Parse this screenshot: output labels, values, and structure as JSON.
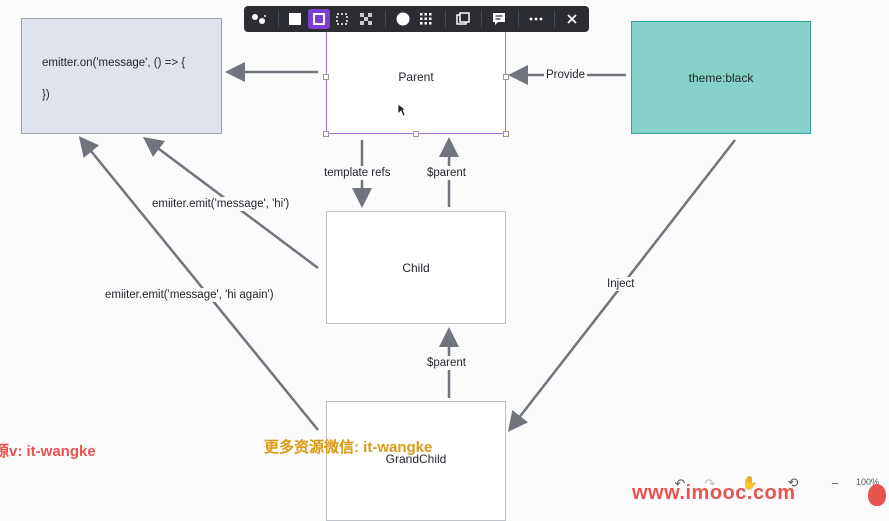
{
  "nodes": {
    "emitter": {
      "line1": "emitter.on('message', () => {",
      "line2": "})"
    },
    "parent": {
      "label": "Parent"
    },
    "theme": {
      "label": "theme:black"
    },
    "child": {
      "label": "Child"
    },
    "grandchild": {
      "label": "GrandChild"
    }
  },
  "edges": {
    "provide": "Provide",
    "template_refs": "template refs",
    "parent_from_child": "$parent",
    "emit_hi": "emiiter.emit('message', 'hi')",
    "emit_hi_again": "emiiter.emit('message', 'hi again')",
    "inject": "Inject",
    "parent_from_grandchild": "$parent"
  },
  "toolbar": {
    "icons": [
      "shapes-icon",
      "fill-solid-icon",
      "outline-icon",
      "dashed-outline-icon",
      "transparent-icon",
      "circle-icon",
      "grid-icon",
      "copy-icon",
      "comment-icon",
      "more-icon",
      "close-icon"
    ]
  },
  "watermarks": {
    "left": "源v: it-wangke",
    "center": "更多资源微信: it-wangke",
    "site": "www.imooc.com"
  },
  "zoom": {
    "level": "100%"
  },
  "colors": {
    "accent": "#7b3fd1",
    "theme_fill": "#86d2c8",
    "emitter_fill": "#dfe3ee",
    "arrow": "#70747c",
    "watermark_orange": "#d99a17",
    "watermark_red": "#e8534f"
  }
}
